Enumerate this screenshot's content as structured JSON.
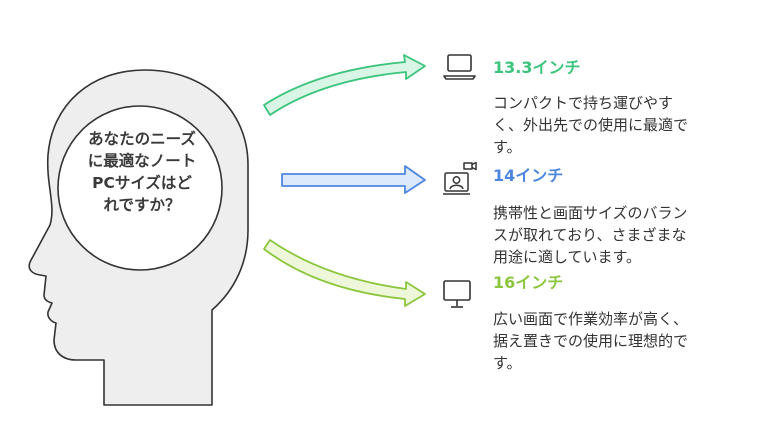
{
  "question": {
    "lines": [
      "あなたのニーズ",
      "に最適なノート",
      "PCサイズはど",
      "れですか？"
    ]
  },
  "options": [
    {
      "title": "13.3インチ",
      "desc_lines": [
        "コンパクトで持ち運びやす",
        "く、外出先での使用に最適で",
        "す。"
      ],
      "color": "#3cc47c",
      "icon": "laptop-icon"
    },
    {
      "title": "14インチ",
      "desc_lines": [
        "携帯性と画面サイズのバラン",
        "スが取れており、さまざまな",
        "用途に適しています。"
      ],
      "color": "#4d86e0",
      "icon": "video-conference-icon"
    },
    {
      "title": "16インチ",
      "desc_lines": [
        "広い画面で作業効率が高く、",
        "据え置きでの使用に理想的で",
        "す。"
      ],
      "color": "#8cc63f",
      "icon": "monitor-icon"
    }
  ]
}
